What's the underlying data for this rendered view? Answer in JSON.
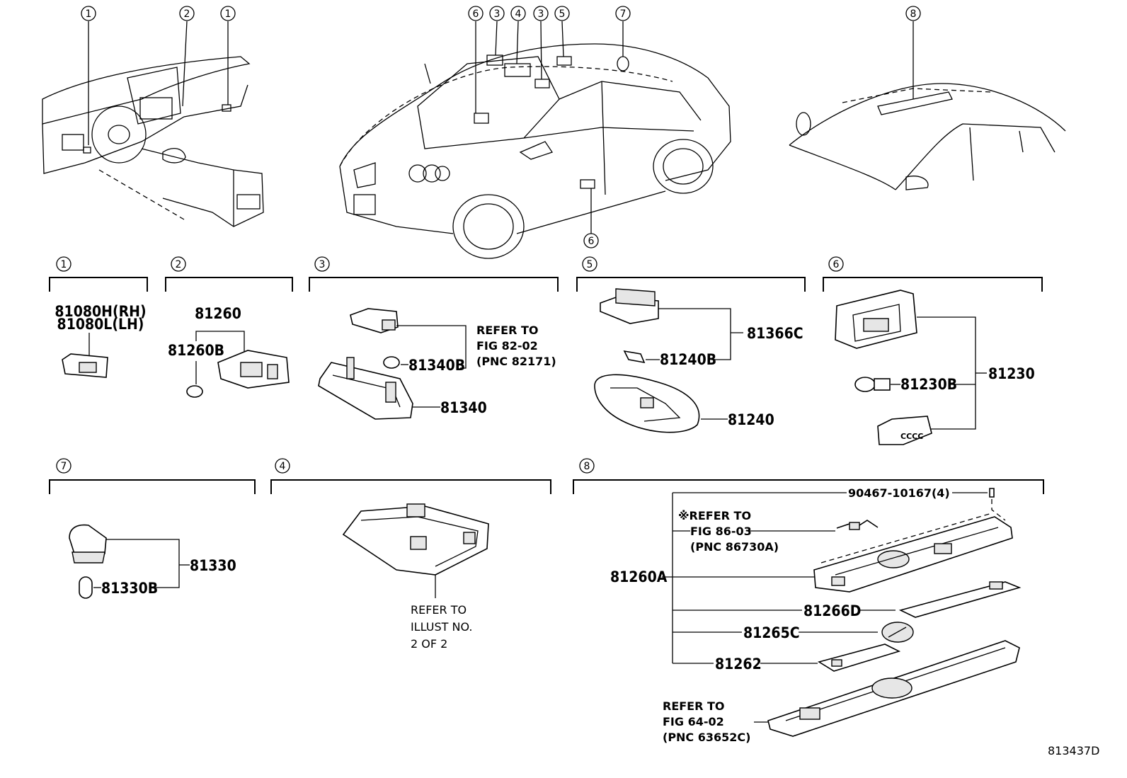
{
  "callouts": {
    "c1": "1",
    "c2": "2",
    "c3": "3",
    "c4": "4",
    "c5": "5",
    "c6": "6",
    "c7": "7",
    "c8": "8"
  },
  "sections": {
    "s1": {
      "parts": [
        "81080H(RH)",
        "81080L(LH)"
      ]
    },
    "s2": {
      "parts": [
        "81260",
        "81260B"
      ]
    },
    "s3": {
      "parts": [
        "81340B",
        "81340"
      ],
      "refer": [
        "REFER TO",
        "FIG 82-02",
        "(PNC 82171)"
      ]
    },
    "s4": {
      "refer": [
        "REFER TO",
        "ILLUST NO.",
        "2 OF 2"
      ]
    },
    "s5": {
      "parts": [
        "81366C",
        "81240B",
        "81240"
      ]
    },
    "s6": {
      "parts": [
        "81230B",
        "81230"
      ]
    },
    "s7": {
      "parts": [
        "81330",
        "81330B"
      ]
    },
    "s8": {
      "parts": [
        "90467-10167(4)",
        "81260A",
        "81266D",
        "81265C",
        "81262"
      ],
      "refer_a": [
        "※REFER TO",
        "FIG 86-03",
        "(PNC 86730A)"
      ],
      "refer_b": [
        "REFER TO",
        "FIG 64-02",
        "(PNC 63652C)"
      ]
    }
  },
  "illustration_id": "813437D"
}
